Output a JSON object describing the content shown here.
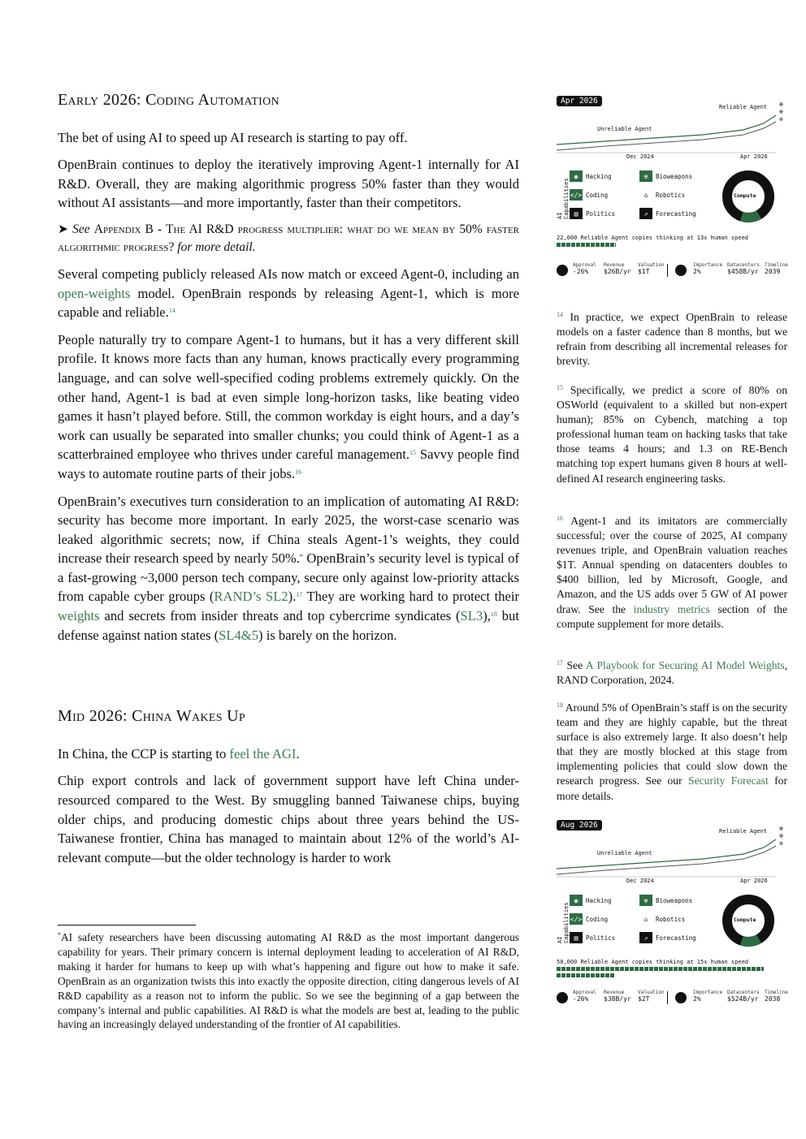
{
  "section1": {
    "title": "Early 2026: Coding Automation",
    "p1": "The bet of using AI to speed up AI research is starting to pay off.",
    "p2": "OpenBrain continues to deploy the iteratively improving Agent-1 internally for AI R&D. Overall, they are making algorithmic progress 50% faster than they would without AI assistants—and more importantly, faster than their competitors.",
    "appendix_arrow": "➤ ",
    "appendix_see": "See ",
    "appendix_title": "Appendix B - The AI R&D progress multiplier: what do we mean by 50% faster algorithmic progress?",
    "appendix_tail": " for more detail.",
    "p3a": "Several competing publicly released AIs now match or exceed Agent-0, including an ",
    "p3_link": "open-weights",
    "p3b": " model. OpenBrain responds by releasing Agent-1, which is more capable and reliable.",
    "p3_sup": "14",
    "p4a": "People naturally try to compare Agent-1 to humans, but it has a very different skill profile. It knows more facts than any human, knows practically every programming language, and can solve well-specified coding problems extremely quickly. On the other hand, Agent-1 is bad at even simple long-horizon tasks, like beating video games it hasn’t played before. Still, the common workday is eight hours, and a day’s work can usually be separated into smaller chunks; you could think of Agent-1 as a scatterbrained employee who thrives under careful management.",
    "p4_sup1": "15",
    "p4b": " Savvy people find ways to automate routine parts of their jobs.",
    "p4_sup2": "16",
    "p5a": "OpenBrain’s executives turn consideration to an implication of automating AI R&D: security has become more important. In early 2025, the worst-case scenario was leaked algorithmic secrets; now, if China steals Agent-1’s weights, they could increase their research speed by nearly 50%.",
    "p5_star": "*",
    "p5b": " OpenBrain’s security level is typical of a fast-growing ~3,000 person tech company, secure only against low-priority attacks from capable cyber groups (",
    "p5_link1": "RAND’s SL2",
    "p5c": ").",
    "p5_sup1": "17",
    "p5d": " They are working hard to protect their ",
    "p5_link2": "weights",
    "p5e": " and secrets from insider threats and top cybercrime syndicates (",
    "p5_link3": "SL3",
    "p5f": "),",
    "p5_sup2": "18",
    "p5g": " but defense against nation states (",
    "p5_link4": "SL4&5",
    "p5h": ") is barely on the horizon."
  },
  "section2": {
    "title": "Mid 2026: China Wakes Up",
    "p1a": "In China, the CCP is starting to ",
    "p1_link": "feel the AGI",
    "p1b": ".",
    "p2": "Chip export controls and lack of government support have left China under-resourced compared to the West. By smuggling banned Taiwanese chips, buying older chips, and producing domestic chips about three years behind the US-Taiwanese frontier, China has managed to maintain about 12% of the world’s AI-relevant compute—but the older technology is harder to work"
  },
  "footnote_main": {
    "mark": "*",
    "text": "AI safety researchers have been discussing automating AI R&D as the most important dangerous capability for years. Their primary concern is internal deployment leading to acceleration of AI R&D, making it harder for humans to keep up with what’s happening and figure out how to make it safe. OpenBrain as an organization twists this into exactly the opposite direction, citing dangerous levels of AI R&D capability as a reason not to inform the public. So we see the beginning of a gap between the company’s internal and public capabilities. AI R&D is what the models are best at, leading to the public having an increasingly delayed understanding of the frontier of AI capabilities."
  },
  "sidenotes": {
    "n14": {
      "num": "14",
      "text": "In practice, we expect OpenBrain to release models on a faster cadence than 8 months, but we refrain from describing all incremental releases for brevity."
    },
    "n15": {
      "num": "15",
      "text": "Specifically, we predict a score of 80% on OSWorld (equivalent to a skilled but non-expert human); 85% on Cybench, matching a top professional human team on hacking tasks that take those teams 4 hours; and 1.3 on RE-Bench matching top expert humans given 8 hours at well-defined AI research engineering tasks."
    },
    "n16": {
      "num": "16",
      "text_a": "Agent-1 and its imitators are commercially successful; over the course of 2025, AI company revenues triple, and OpenBrain valuation reaches $1T. Annual spending on datacenters doubles to $400 billion, led by Microsoft, Google, and Amazon, and the US adds over 5 GW of AI power draw. See the ",
      "link": "industry metrics",
      "text_b": " section of the compute supplement for more details."
    },
    "n17": {
      "num": "17",
      "pre": "See ",
      "link": "A Playbook for Securing AI Model Weights",
      "post": ", RAND Corporation, 2024."
    },
    "n18": {
      "num": "18",
      "text_a": "Around 5% of OpenBrain’s staff is on the security team and they are highly capable, but the threat surface is also extremely large. It also doesn’t help that they are mostly blocked at this stage from implementing policies that could slow down the research progress. See our ",
      "link": "Security Forecast",
      "text_b": " for more details."
    }
  },
  "widget1": {
    "date": "Apr 2026",
    "reliable": "Reliable Agent",
    "unreliable": "Unreliable Agent",
    "axis_left": "Dec 2024",
    "axis_right": "Apr 2026",
    "vertical_label": "AI Capabilities",
    "caps": [
      {
        "label": "Hacking",
        "icon": "◉"
      },
      {
        "label": "Bioweapons",
        "icon": "☢"
      },
      {
        "label": "Coding",
        "icon": "</>"
      },
      {
        "label": "Robotics",
        "icon": "⌂"
      },
      {
        "label": "Politics",
        "icon": "▥"
      },
      {
        "label": "Forecasting",
        "icon": "↗"
      }
    ],
    "donut_label": "Compute",
    "copies_text": "22,000 Reliable Agent copies thinking at 13x human speed",
    "copies_bar_fraction": 0.5,
    "stats": {
      "approval_k": "Approval",
      "approval_v": "-26%",
      "revenue_k": "Revenue",
      "revenue_v": "$26B/yr",
      "valuation_k": "Valuation",
      "valuation_v": "$1T",
      "importance_k": "Importance",
      "importance_v": "2%",
      "datacenters_k": "Datacenters",
      "datacenters_v": "$458B/yr",
      "timeline_k": "Timeline",
      "timeline_v": "2039"
    }
  },
  "widget2": {
    "date": "Aug 2026",
    "reliable": "Reliable Agent",
    "unreliable": "Unreliable Agent",
    "axis_left": "Dec 2024",
    "axis_right": "Apr 2026",
    "vertical_label": "AI Capabilities",
    "caps": [
      {
        "label": "Hacking",
        "icon": "◉"
      },
      {
        "label": "Bioweapons",
        "icon": "☢"
      },
      {
        "label": "Coding",
        "icon": "</>"
      },
      {
        "label": "Robotics",
        "icon": "⌂"
      },
      {
        "label": "Politics",
        "icon": "▥"
      },
      {
        "label": "Forecasting",
        "icon": "↗"
      }
    ],
    "donut_label": "Compute",
    "copies_text": "50,000 Reliable Agent copies thinking at 15x human speed",
    "copies_bar_fraction": 1.0,
    "stats": {
      "approval_k": "Approval",
      "approval_v": "-26%",
      "revenue_k": "Revenue",
      "revenue_v": "$38B/yr",
      "valuation_k": "Valuation",
      "valuation_v": "$2T",
      "importance_k": "Importance",
      "importance_v": "2%",
      "datacenters_k": "Datacenters",
      "datacenters_v": "$524B/yr",
      "timeline_k": "Timeline",
      "timeline_v": "2038"
    }
  },
  "colors": {
    "link": "#3d7a4f",
    "accent": "#2e6b43",
    "ink": "#111111"
  }
}
